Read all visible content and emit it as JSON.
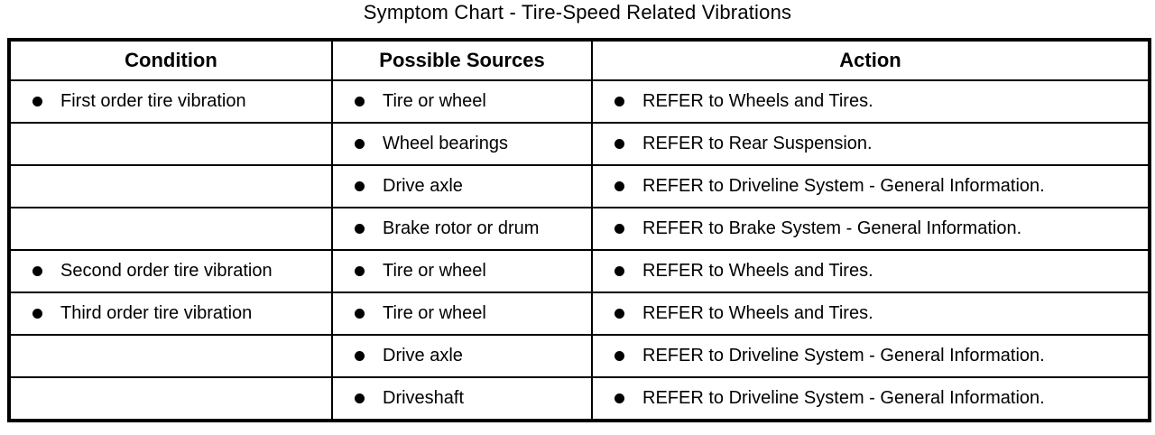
{
  "title": "Symptom Chart - Tire-Speed Related Vibrations",
  "colors": {
    "border": "#000000",
    "text": "#000000",
    "background": "#ffffff"
  },
  "table": {
    "headers": [
      "Condition",
      "Possible Sources",
      "Action"
    ],
    "rows": [
      {
        "condition": "First order tire vibration",
        "source": "Tire or wheel",
        "action": "REFER to Wheels and Tires."
      },
      {
        "condition": "",
        "source": "Wheel bearings",
        "action": "REFER to Rear Suspension."
      },
      {
        "condition": "",
        "source": "Drive axle",
        "action": "REFER to Driveline System - General Information."
      },
      {
        "condition": "",
        "source": "Brake rotor or drum",
        "action": "REFER to Brake System - General Information."
      },
      {
        "condition": "Second order tire vibration",
        "source": "Tire or wheel",
        "action": "REFER to Wheels and Tires."
      },
      {
        "condition": "Third order tire vibration",
        "source": "Tire or wheel",
        "action": "REFER to Wheels and Tires."
      },
      {
        "condition": "",
        "source": "Drive axle",
        "action": "REFER to Driveline System - General Information."
      },
      {
        "condition": "",
        "source": "Driveshaft",
        "action": "REFER to Driveline System - General Information."
      }
    ]
  }
}
